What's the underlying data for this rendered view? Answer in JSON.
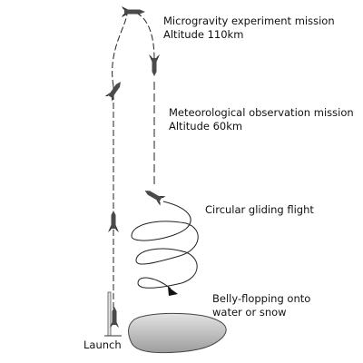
{
  "labels": {
    "microgravity_mission": "Microgravity experiment mission",
    "microgravity_altitude": "Altitude 110km",
    "meteorological_mission": "Meteorological observation mission",
    "meteorological_altitude": "Altitude 60km",
    "gliding": "Circular gliding flight",
    "belly_flop_line1": "Belly-flopping onto",
    "belly_flop_line2": "water or snow",
    "launch": "Launch"
  },
  "colors": {
    "line": "#222222",
    "rocket_dark": "#4a4a4a",
    "rocket_light": "#9a9a9a",
    "splash_fill": "#c9c9c9",
    "splash_stroke": "#444444"
  },
  "icons": [
    "rocket-icon",
    "arrowhead-icon",
    "splash-icon",
    "launch-tower-icon"
  ]
}
